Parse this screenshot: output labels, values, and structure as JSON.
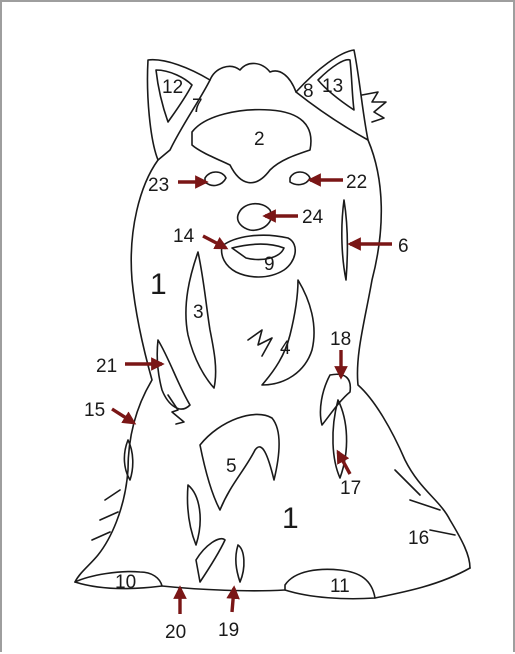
{
  "diagram": {
    "labels": {
      "n1a": "1",
      "n1b": "1",
      "n2": "2",
      "n3": "3",
      "n4": "4",
      "n5": "5",
      "n6": "6",
      "n7": "7",
      "n8": "8",
      "n9": "9",
      "n10": "10",
      "n11": "11",
      "n12": "12",
      "n13": "13",
      "n14": "14",
      "n15": "15",
      "n16": "16",
      "n17": "17",
      "n18": "18",
      "n19": "19",
      "n20": "20",
      "n21": "21",
      "n22": "22",
      "n23": "23",
      "n24": "24"
    },
    "colors": {
      "outline": "#1a1a1a",
      "arrow": "#7a1616",
      "border": "#9e9e9e"
    }
  }
}
